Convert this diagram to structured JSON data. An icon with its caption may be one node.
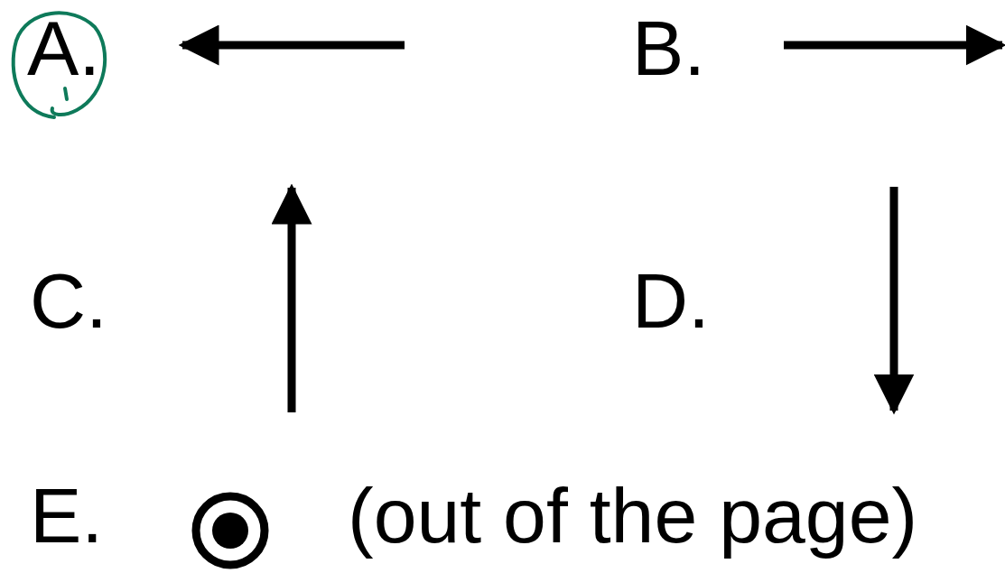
{
  "diagram": {
    "labels": [
      "A.",
      "B.",
      "C.",
      "D.",
      "E.",
      "(out of the page)"
    ]
  }
}
